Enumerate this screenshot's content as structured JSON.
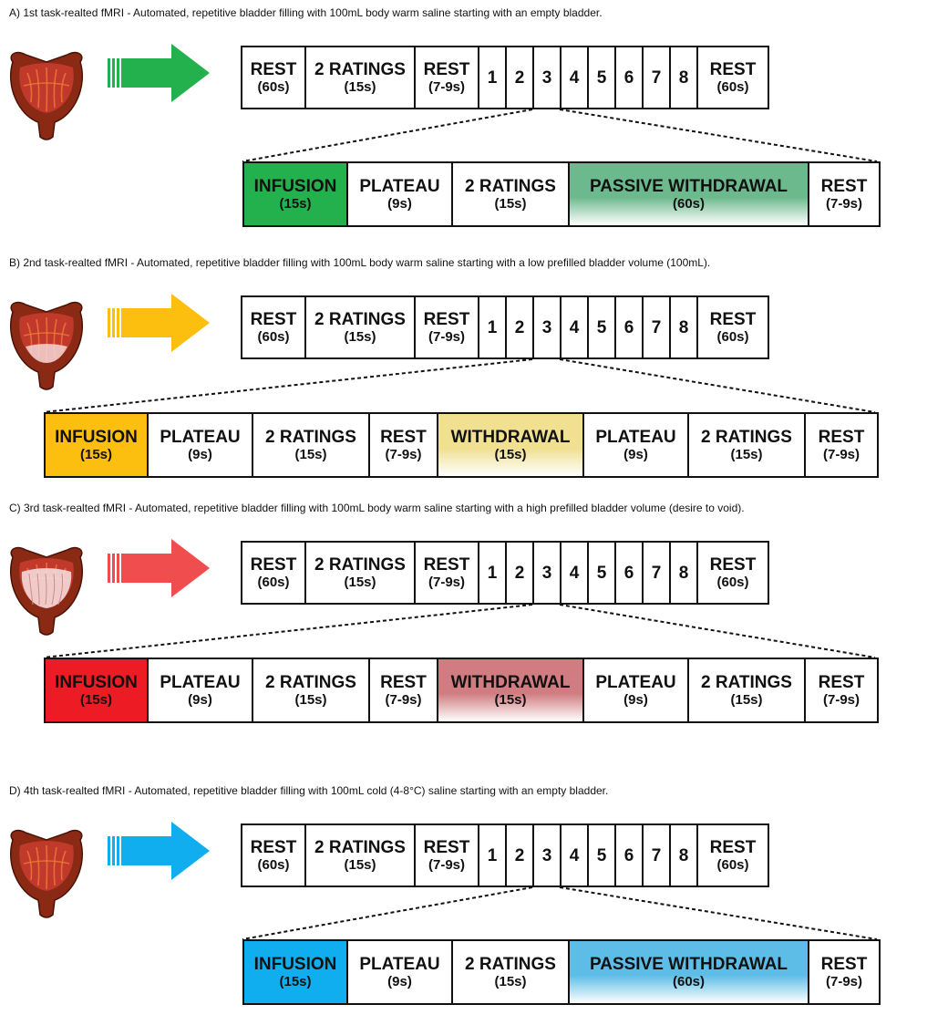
{
  "sections": [
    {
      "caption": "A) 1st task-realted fMRI - Automated, repetitive bladder filling with 100mL body warm saline starting with an empty bladder.",
      "arrow_color": "#22b14c",
      "bladder_fill": "empty",
      "detail": [
        {
          "label": "INFUSION",
          "duration": "(15s)",
          "fill": "#22b14c"
        },
        {
          "label": "PLATEAU",
          "duration": "(9s)"
        },
        {
          "label": "2 RATINGS",
          "duration": "(15s)"
        },
        {
          "label": "PASSIVE WITHDRAWAL",
          "duration": "(60s)",
          "fill": "#6db98e"
        },
        {
          "label": "REST",
          "duration": "(7-9s)"
        }
      ]
    },
    {
      "caption": "B) 2nd task-realted fMRI - Automated, repetitive bladder filling with 100mL body warm saline starting with a low prefilled bladder volume (100mL).",
      "arrow_color": "#fcbf0f",
      "bladder_fill": "low",
      "detail": [
        {
          "label": "INFUSION",
          "duration": "(15s)",
          "fill": "#fcbf0f"
        },
        {
          "label": "PLATEAU",
          "duration": "(9s)"
        },
        {
          "label": "2 RATINGS",
          "duration": "(15s)"
        },
        {
          "label": "REST",
          "duration": "(7-9s)"
        },
        {
          "label": "WITHDRAWAL",
          "duration": "(15s)",
          "fill": "#f0e090"
        },
        {
          "label": "PLATEAU",
          "duration": "(9s)"
        },
        {
          "label": "2 RATINGS",
          "duration": "(15s)"
        },
        {
          "label": "REST",
          "duration": "(7-9s)"
        }
      ]
    },
    {
      "caption": "C) 3rd task-realted fMRI - Automated, repetitive bladder filling with 100mL body warm saline starting with a high prefilled bladder volume (desire to void).",
      "arrow_color": "#f04e4e",
      "bladder_fill": "high",
      "detail": [
        {
          "label": "INFUSION",
          "duration": "(15s)",
          "fill": "#ed1c24"
        },
        {
          "label": "PLATEAU",
          "duration": "(9s)"
        },
        {
          "label": "2 RATINGS",
          "duration": "(15s)"
        },
        {
          "label": "REST",
          "duration": "(7-9s)"
        },
        {
          "label": "WITHDRAWAL",
          "duration": "(15s)",
          "fill": "#d07c80"
        },
        {
          "label": "PLATEAU",
          "duration": "(9s)"
        },
        {
          "label": "2 RATINGS",
          "duration": "(15s)"
        },
        {
          "label": "REST",
          "duration": "(7-9s)"
        }
      ]
    },
    {
      "caption": "D) 4th task-realted fMRI - Automated, repetitive bladder filling with 100mL cold (4-8°C) saline starting with an empty bladder.",
      "arrow_color": "#10aeef",
      "bladder_fill": "empty",
      "detail": [
        {
          "label": "INFUSION",
          "duration": "(15s)",
          "fill": "#10aeef"
        },
        {
          "label": "PLATEAU",
          "duration": "(9s)"
        },
        {
          "label": "2 RATINGS",
          "duration": "(15s)"
        },
        {
          "label": "PASSIVE WITHDRAWAL",
          "duration": "(60s)",
          "fill": "#5dbde6"
        },
        {
          "label": "REST",
          "duration": "(7-9s)"
        }
      ]
    }
  ],
  "sequence": [
    {
      "label": "REST",
      "duration": "(60s)"
    },
    {
      "label": "2 RATINGS",
      "duration": "(15s)"
    },
    {
      "label": "REST",
      "duration": "(7-9s)"
    },
    {
      "label": "1"
    },
    {
      "label": "2"
    },
    {
      "label": "3"
    },
    {
      "label": "4"
    },
    {
      "label": "5"
    },
    {
      "label": "6"
    },
    {
      "label": "7"
    },
    {
      "label": "8"
    },
    {
      "label": "REST",
      "duration": "(60s)"
    }
  ]
}
